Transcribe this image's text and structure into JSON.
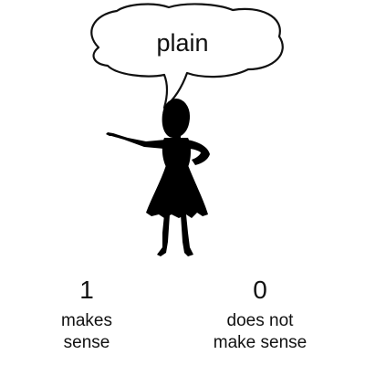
{
  "speech_bubble": {
    "word": "plain"
  },
  "figure": {
    "icon": "woman-silhouette-icon"
  },
  "options": [
    {
      "value": "1",
      "label_line1": "makes",
      "label_line2": "sense"
    },
    {
      "value": "0",
      "label_line1": "does not",
      "label_line2": "make sense"
    }
  ]
}
